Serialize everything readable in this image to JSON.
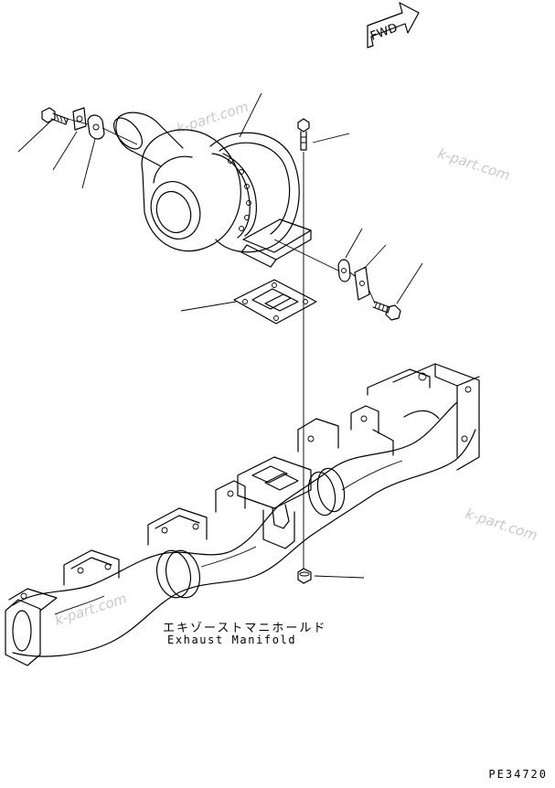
{
  "fwd_label": "FWD",
  "title_jp": "エキゾーストマニホールド",
  "title_en": "Exhaust Manifold",
  "drawing_code": "PE34720",
  "watermark": "k-part.com"
}
